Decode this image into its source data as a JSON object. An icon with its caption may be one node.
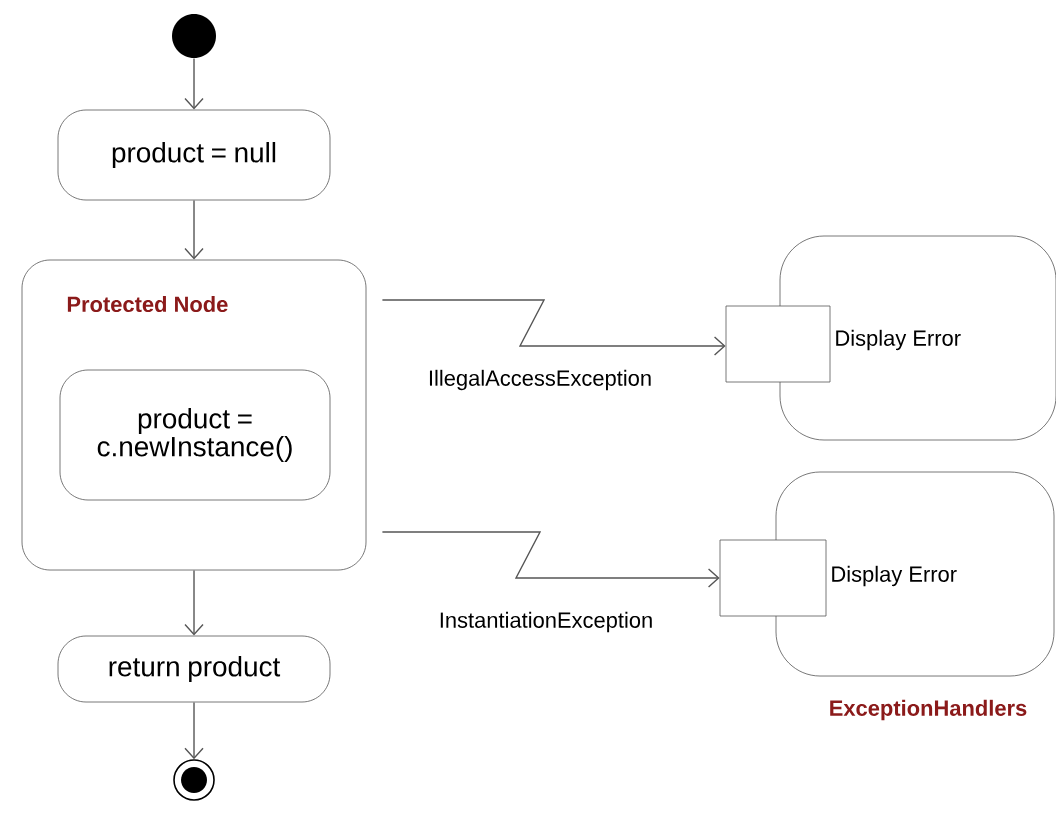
{
  "diagram": {
    "nodes": [
      {
        "text": [],
        "shape": "circle"
      },
      {
        "text": [
          "product = null"
        ]
      },
      {
        "text": [
          "Protected Node"
        ]
      },
      {
        "text": [
          "product = c.newInstance()"
        ],
        "in": 2
      },
      {
        "text": [
          "return product"
        ]
      },
      {
        "text": [],
        "shape": "circle"
      },
      {
        "text": [
          "Display Error"
        ]
      },
      {
        "text": [],
        "shape": "box"
      },
      {
        "text": [
          "Display Error"
        ]
      },
      {
        "text": [],
        "shape": "box"
      }
    ],
    "edges": [
      {
        "from": 0,
        "to": 1,
        "arrow": "to"
      },
      {
        "from": 1,
        "to": 2,
        "arrow": "to"
      },
      {
        "from": 2,
        "to": 4,
        "arrow": "to"
      },
      {
        "from": 4,
        "to": 5,
        "arrow": "to"
      },
      {
        "from": 2,
        "to": 7,
        "arrow": "to",
        "label": "IllegalAccessException"
      },
      {
        "from": 2,
        "to": 9,
        "arrow": "to",
        "label": "InstantiationException"
      }
    ],
    "labels": [
      "ExceptionHandlers"
    ]
  }
}
